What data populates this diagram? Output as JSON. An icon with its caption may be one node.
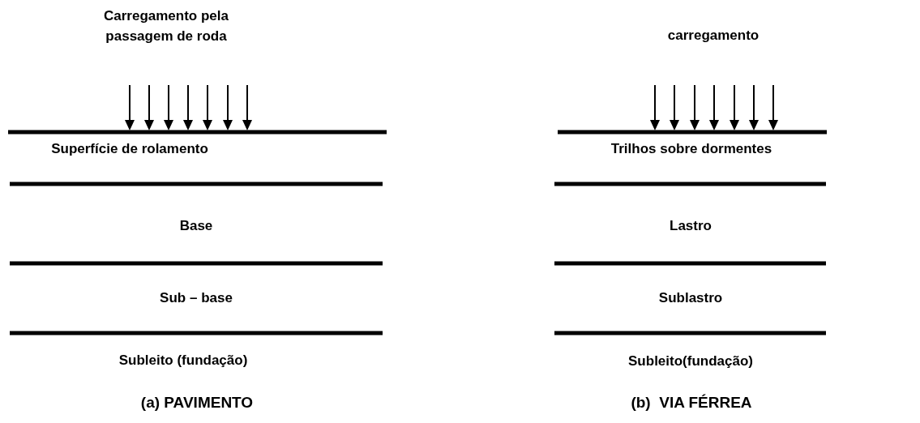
{
  "diagram": {
    "labels": [
      "Carregamento pela passagem de roda",
      "carregamento",
      "Superfície de rolamento",
      "Trilhos sobre dormentes",
      "Base",
      "Lastro",
      "Sub – base",
      "Sublastro",
      "Subleito (fundação)",
      "Subleito(fundação)",
      "(a) PAVIMENTO",
      "(b)  VIA FÉRREA"
    ]
  }
}
